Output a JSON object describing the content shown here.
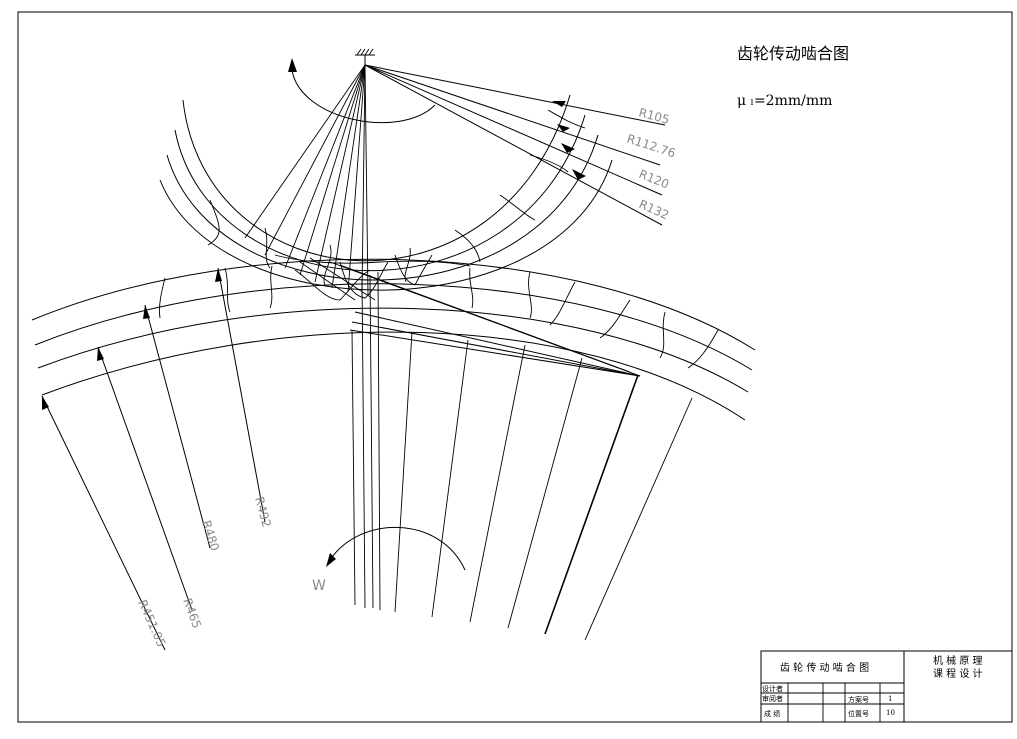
{
  "title": "齿轮传动啮合图",
  "scale": "μ ₗ=2mm/mm",
  "small_gear_radii": [
    "R105",
    "R112.76",
    "R120",
    "R132"
  ],
  "large_gear_radii": [
    "R492",
    "R480",
    "R465",
    "R451.05"
  ],
  "rotation_label": "W",
  "title_block": {
    "drawing_name": "齿 轮 传 动 啮 合 图",
    "course_line1": "机 械 原 理",
    "course_line2": "课 程 设 计",
    "designer_label": "设计者",
    "reviewer_label": "审阅者",
    "grade_label": "成 绩",
    "scheme_label": "方案号",
    "scheme_value": "1",
    "position_label": "位置号",
    "position_value": "10"
  }
}
